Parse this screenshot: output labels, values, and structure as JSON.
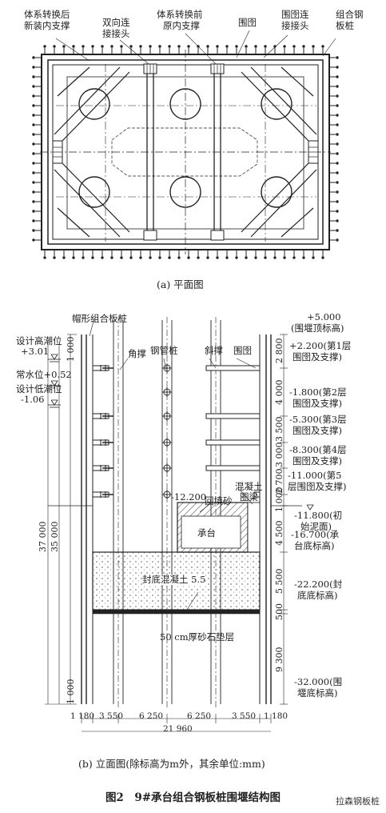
{
  "plan": {
    "labels": {
      "new_brace": [
        "体系转换后",
        "新装内支撑"
      ],
      "double_joint": [
        "双向连",
        "接接头"
      ],
      "old_brace": [
        "体系转换前",
        "原内支撑"
      ],
      "waler": "围囹",
      "waler_joint": [
        "围囹连",
        "接接头"
      ],
      "sheet_pile": [
        "组合钢",
        "板桩"
      ]
    },
    "caption": "(a) 平面图"
  },
  "elevation": {
    "cap_sheet": "帽形组合板桩",
    "tide_high": [
      "设计高潮位",
      "+3.01"
    ],
    "water_normal": "常水位+0.52",
    "tide_low": [
      "设计低潮位",
      "-1.06"
    ],
    "corner_brace": "角撑",
    "steel_pipe_pile": "钢管桩",
    "diag_brace": "斜撑",
    "waler": "围囹",
    "top_elev": [
      "+5.000",
      "(围堰顶标高)"
    ],
    "layer1": [
      "+2.200(第1层",
      "围囹及支撑)"
    ],
    "layer2": [
      "-1.800(第2层",
      "围囹及支撑)"
    ],
    "layer3": [
      "-5.300(第3层",
      "围囹及支撑)"
    ],
    "layer4": [
      "-8.300(第4层",
      "围囹及支撑)"
    ],
    "layer5": [
      "-11.000(第5",
      "层围囹及支撑)"
    ],
    "mud": [
      "-11.800(初",
      "始泥面)"
    ],
    "cap_bottom": [
      "-16.700(承",
      "台底标高)"
    ],
    "seal_bottom": [
      "-22.200(封",
      "底底标高)"
    ],
    "cofferdam_bottom": [
      "-32.000(围",
      "堰底标高)"
    ],
    "elev_1220": "-12.200",
    "backfill": "回填砂",
    "concrete_beam": [
      "混凝土",
      "圈梁"
    ],
    "pile_cap": "承台",
    "seal_concrete": "封底混凝土 5.5",
    "gravel": "50 cm厚砂石垫层",
    "right_dims": [
      "2 800",
      "4 000",
      "3 500",
      "3 000",
      "2 700",
      "1 000",
      "4 500",
      "5 500",
      "500",
      "9 300"
    ],
    "left_dims": [
      "1 000",
      "37 000",
      "35 000",
      "1 000"
    ],
    "bottom_dims": [
      "1 180",
      "3 550",
      "6 250",
      "6 250",
      "3 550",
      "1 180"
    ],
    "total_width": "21 960",
    "caption": "(b) 立面图(除标高为m外，其余单位:mm)"
  },
  "figure_title": "图2　9#承台组合钢板桩围堰结构图",
  "watermark": "拉森钢板桩"
}
